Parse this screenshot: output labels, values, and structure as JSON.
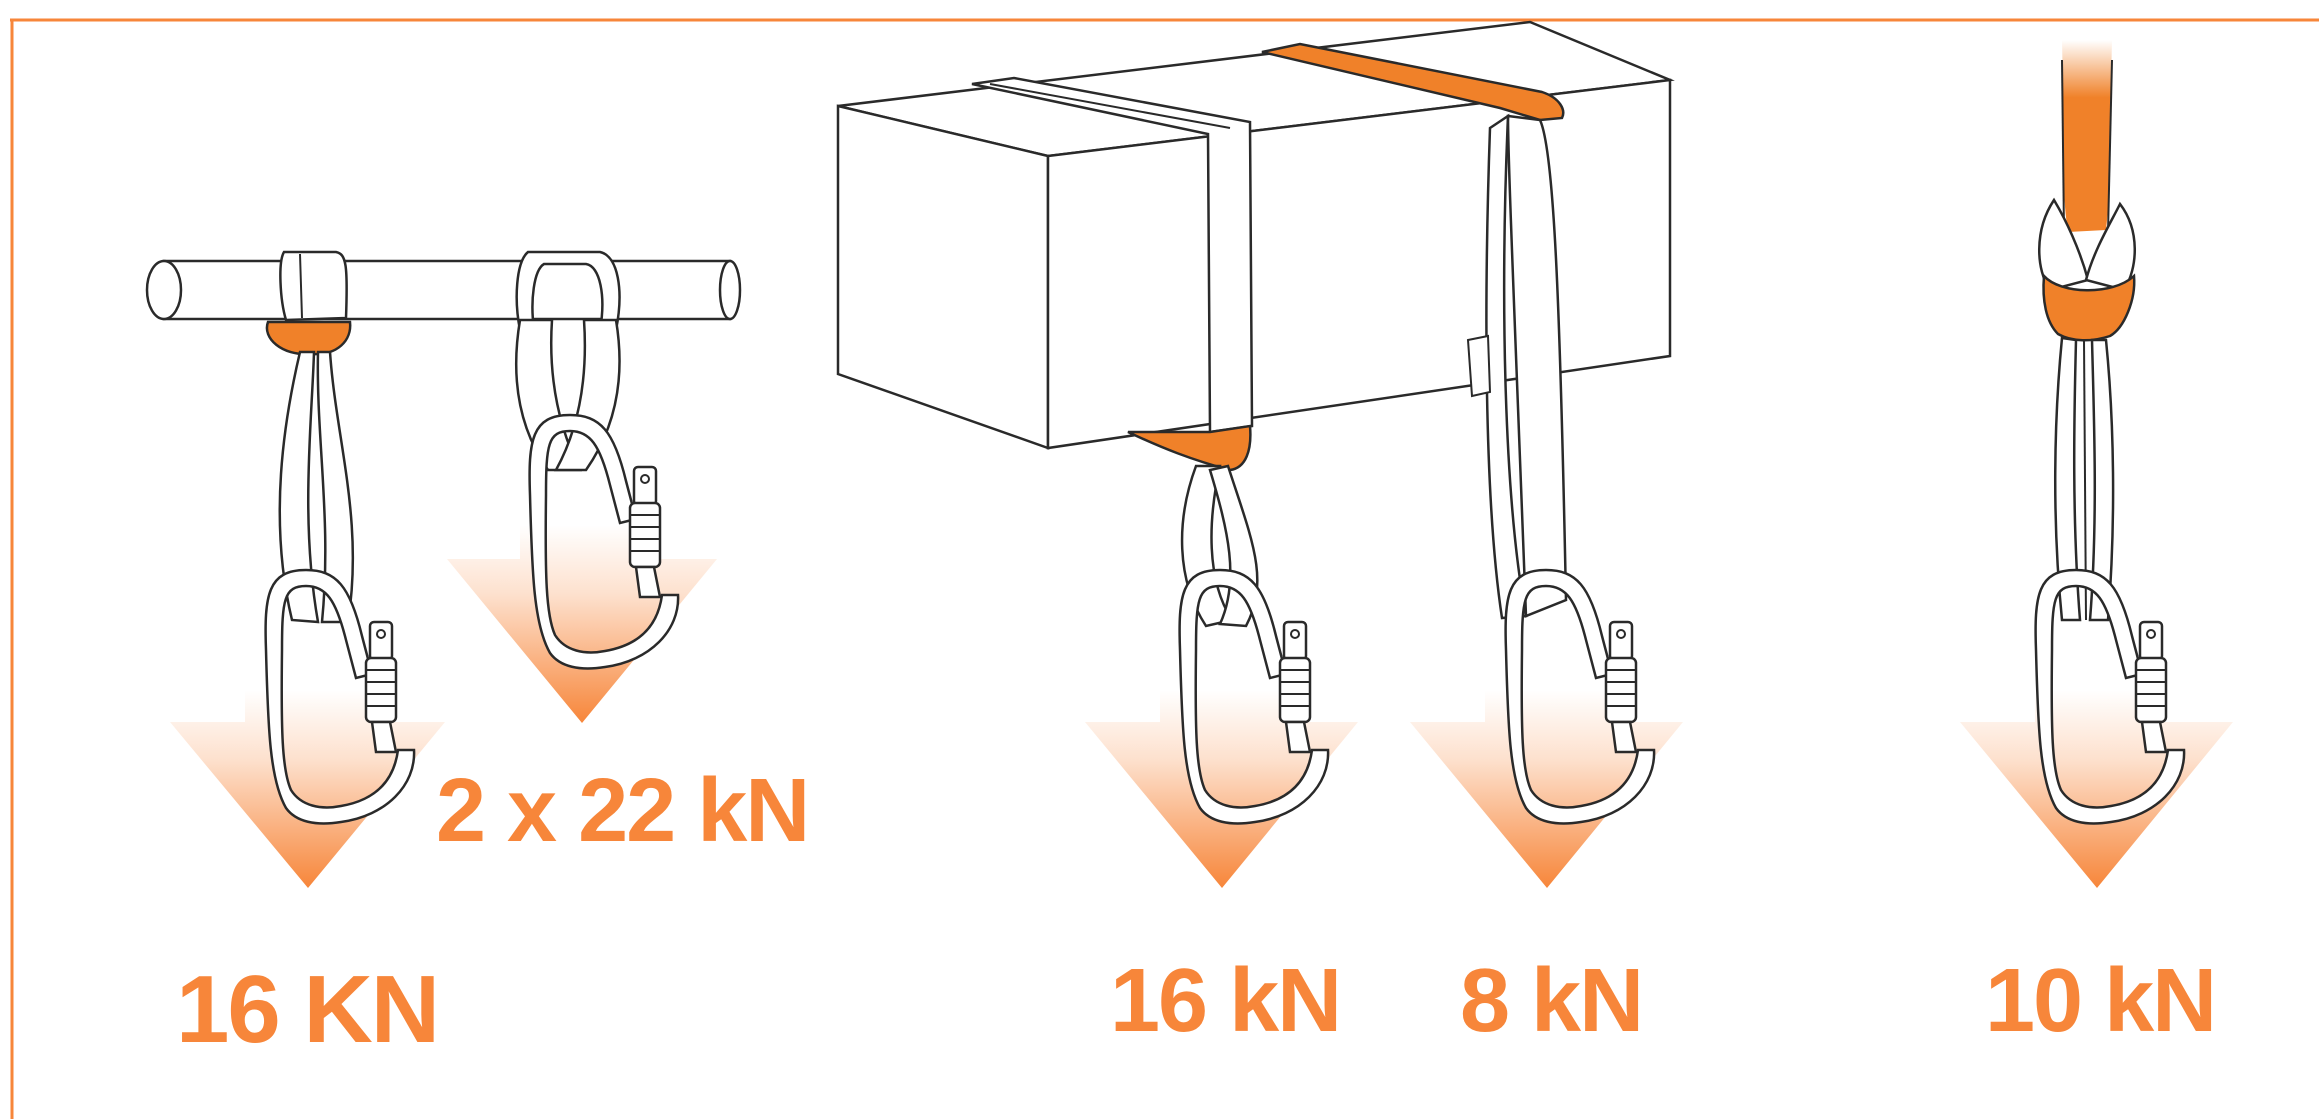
{
  "colors": {
    "accent": "#f7863a",
    "sling_orange": "#f08129",
    "line": "#2a2a2a"
  },
  "loads": [
    {
      "configuration": "girth hitch on bar",
      "label": "16 KN"
    },
    {
      "configuration": "basket hitch on bar",
      "label": "2 x 22 kN"
    },
    {
      "configuration": "girth hitch on beam",
      "label": "16 kN"
    },
    {
      "configuration": "basket hitch on beam",
      "label": "8 kN"
    },
    {
      "configuration": "knotted sling",
      "label": "10 kN"
    }
  ]
}
